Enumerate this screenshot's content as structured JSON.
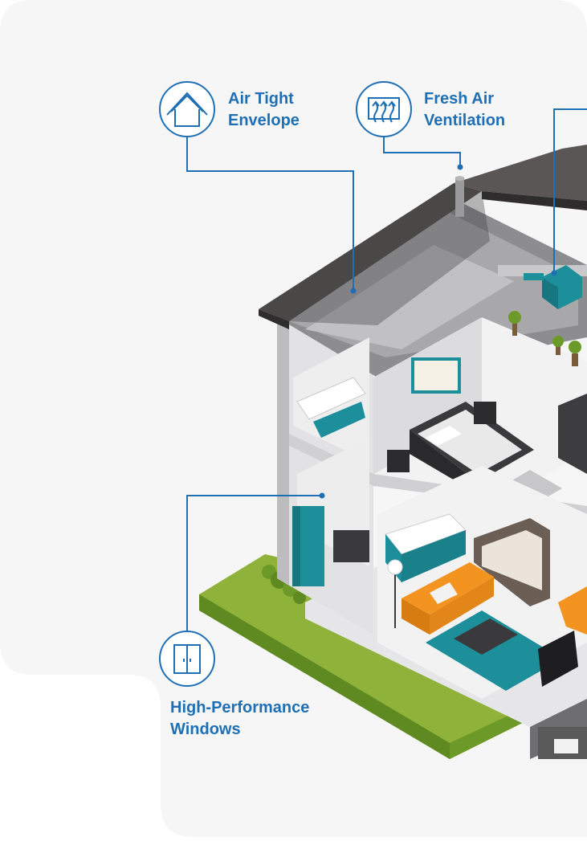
{
  "colors": {
    "accent": "#1f6fb5",
    "panel_bg": "#f6f6f7",
    "grass": "#8fb23a",
    "grass_dark": "#5f8a22",
    "roof": "#4a4747",
    "wall": "#d9d9db",
    "teal": "#1d8f9a",
    "orange": "#f2941f"
  },
  "features": [
    {
      "id": "air-tight-envelope",
      "icon": "house-icon",
      "lines": [
        "Air Tight",
        "Envelope"
      ]
    },
    {
      "id": "fresh-air-ventilation",
      "icon": "ventilation-arrows-icon",
      "lines": [
        "Fresh Air",
        "Ventilation"
      ]
    },
    {
      "id": "high-performance-windows",
      "icon": "window-icon",
      "lines": [
        "High-Performance",
        "Windows"
      ]
    }
  ]
}
